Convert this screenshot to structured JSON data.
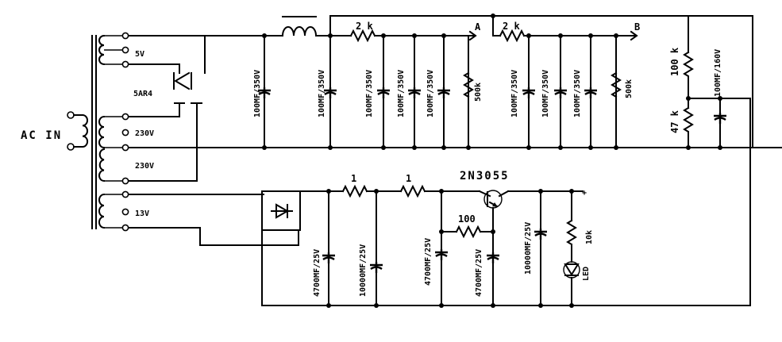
{
  "input": {
    "ac_in": "AC IN"
  },
  "transformer": {
    "w5v": "5V",
    "w230a": "230V",
    "w230b": "230V",
    "w13v": "13V"
  },
  "rectifier_tube": {
    "label": "5AR4"
  },
  "hv_caps": {
    "c1": "100MF/350V",
    "c2": "100MF/350V",
    "c3": "100MF/350V",
    "c4": "100MF/350V",
    "c5": "100MF/350V",
    "c6": "100MF/350V",
    "c7": "100MF/350V",
    "c8": "100MF/350V"
  },
  "hv_resistors": {
    "r1": "2 k",
    "r2": "2 k",
    "pot_a": "500k",
    "pot_b": "500k",
    "r_top": "100 k",
    "r_bot": "47 k"
  },
  "hv_outputs": {
    "a": "A",
    "b": "B"
  },
  "bias_cap": "100MF/160V",
  "lv_supply": {
    "r1": "1",
    "r2": "1",
    "r3": "100",
    "transistor": "2N3055",
    "c1": "4700MF/25V",
    "c2": "10000MF/25V",
    "c3": "4700MF/25V",
    "c4": "4700MF/25V",
    "c5": "10000MF/25V",
    "r_led": "10k",
    "led": "LED",
    "plus": "+"
  }
}
